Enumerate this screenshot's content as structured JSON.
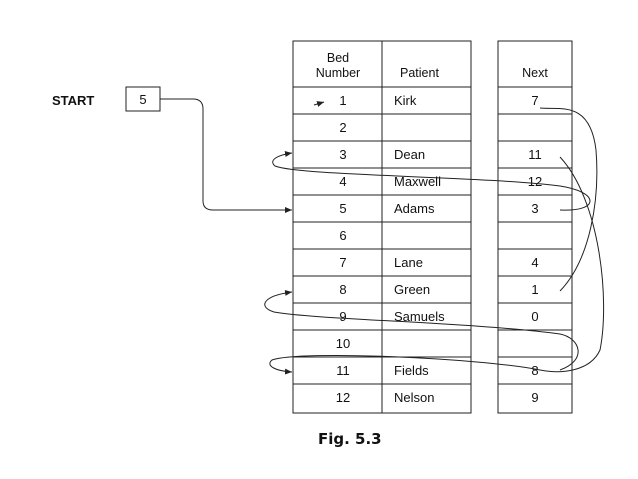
{
  "start": {
    "label": "START",
    "value": "5"
  },
  "headers": {
    "bed_l1": "Bed",
    "bed_l2": "Number",
    "patient": "Patient",
    "next": "Next"
  },
  "rows": [
    {
      "bed": "1",
      "patient": "Kirk",
      "next": "7"
    },
    {
      "bed": "2",
      "patient": "",
      "next": ""
    },
    {
      "bed": "3",
      "patient": "Dean",
      "next": "11"
    },
    {
      "bed": "4",
      "patient": "Maxwell",
      "next": "12"
    },
    {
      "bed": "5",
      "patient": "Adams",
      "next": "3"
    },
    {
      "bed": "6",
      "patient": "",
      "next": ""
    },
    {
      "bed": "7",
      "patient": "Lane",
      "next": "4"
    },
    {
      "bed": "8",
      "patient": "Green",
      "next": "1"
    },
    {
      "bed": "9",
      "patient": "Samuels",
      "next": "0"
    },
    {
      "bed": "10",
      "patient": "",
      "next": ""
    },
    {
      "bed": "11",
      "patient": "Fields",
      "next": "8"
    },
    {
      "bed": "12",
      "patient": "Nelson",
      "next": "9"
    }
  ],
  "caption": "Fig. 5.3"
}
